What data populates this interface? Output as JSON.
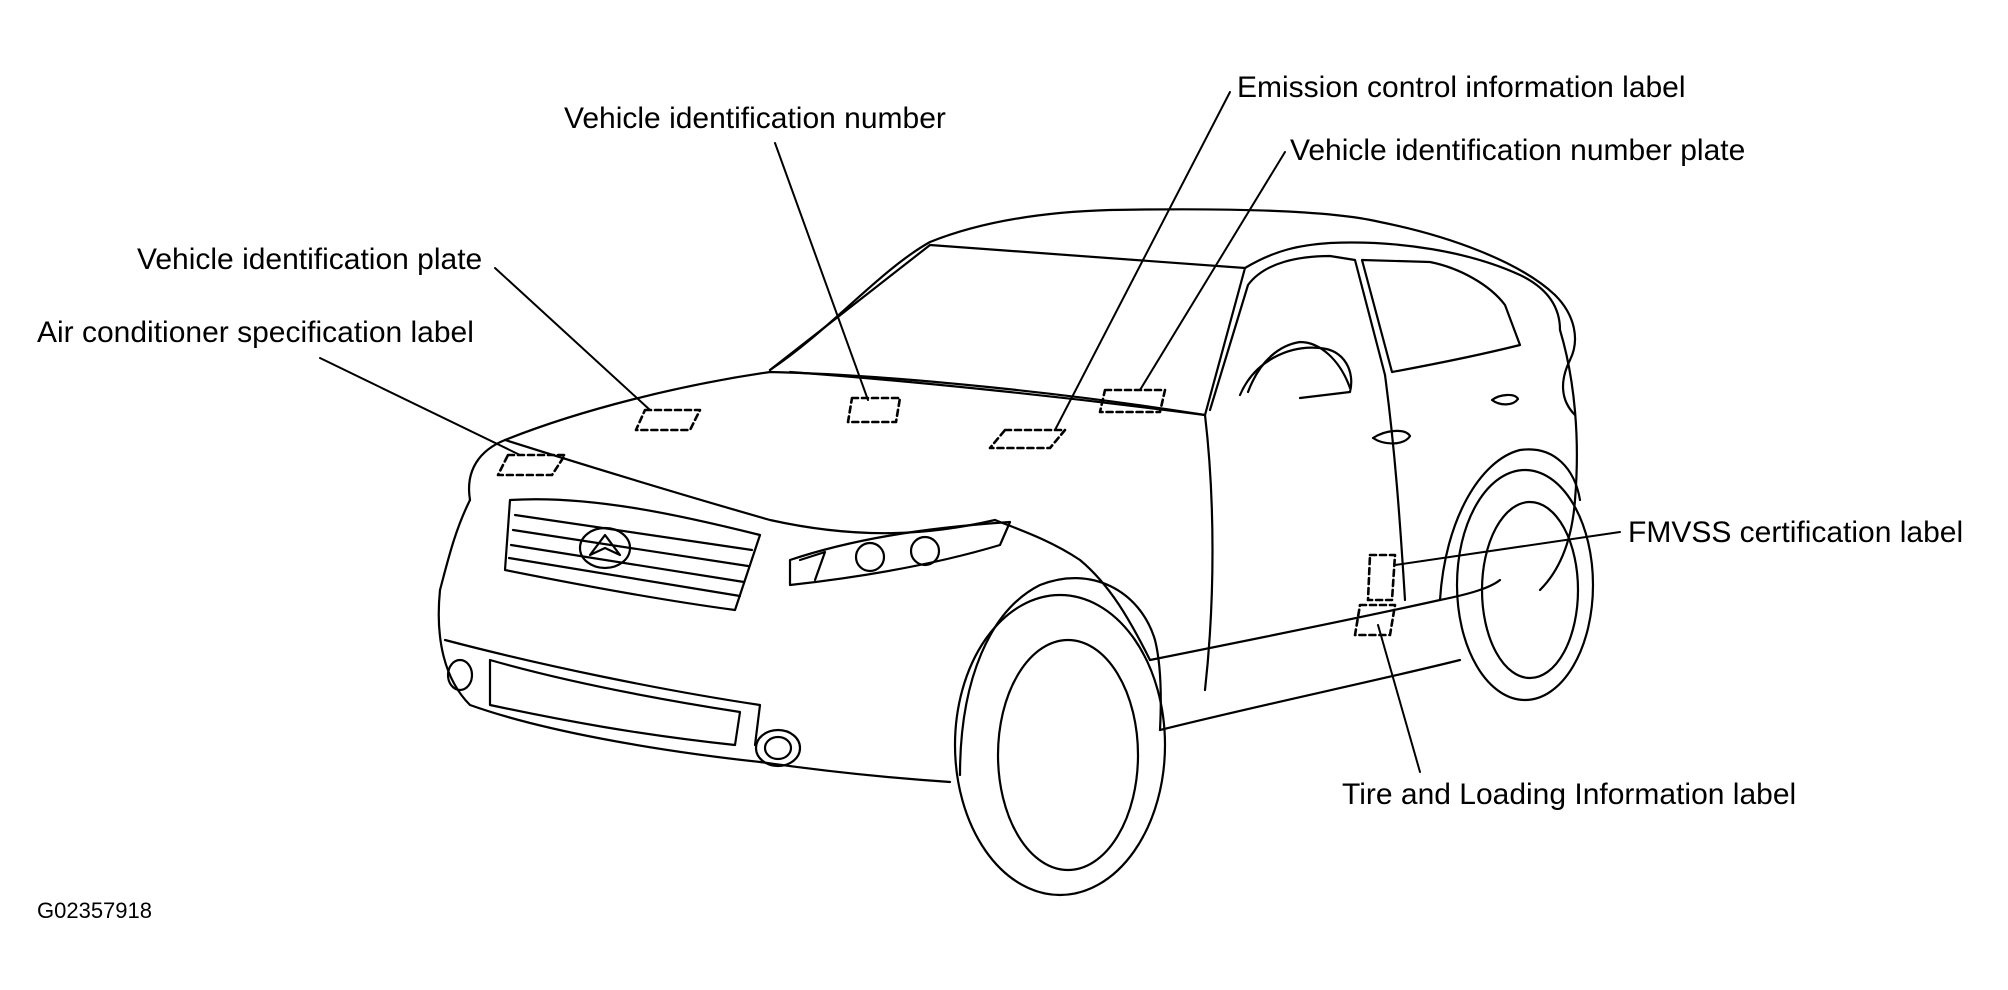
{
  "labels": {
    "vin_number": "Vehicle identification number",
    "emission_label": "Emission control information label",
    "vin_plate": "Vehicle identification number plate",
    "vehicle_id_plate": "Vehicle identification plate",
    "ac_spec_label": "Air conditioner specification label",
    "fmvss_label": "FMVSS certification label",
    "tire_label": "Tire and Loading Information label"
  },
  "figure_code": "G02357918"
}
